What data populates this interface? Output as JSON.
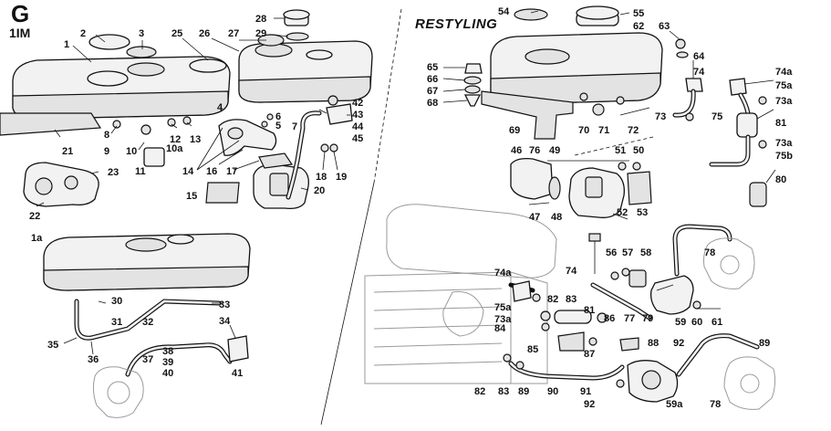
{
  "diagram": {
    "section_letter": "G",
    "section_code": "1IM",
    "restyling_label": "RESTYLING",
    "callouts": [
      "1",
      "2",
      "3",
      "4",
      "5",
      "6",
      "7",
      "8",
      "9",
      "10",
      "10a",
      "11",
      "12",
      "13",
      "14",
      "15",
      "16",
      "17",
      "18",
      "19",
      "20",
      "21",
      "22",
      "23",
      "25",
      "26",
      "27",
      "28",
      "29",
      "42",
      "43",
      "44",
      "45",
      "1a",
      "30",
      "31",
      "32",
      "33",
      "34",
      "35",
      "36",
      "37",
      "38",
      "39",
      "40",
      "41",
      "54",
      "55",
      "62",
      "63",
      "64",
      "65",
      "66",
      "67",
      "68",
      "69",
      "70",
      "71",
      "72",
      "73",
      "74",
      "74a",
      "75",
      "75a",
      "73a",
      "81",
      "75b",
      "80",
      "46",
      "76",
      "49",
      "51",
      "50",
      "47",
      "48",
      "52",
      "53",
      "56",
      "57",
      "58",
      "78",
      "82",
      "83",
      "84",
      "85",
      "86",
      "87",
      "88",
      "89",
      "90",
      "91",
      "92",
      "59",
      "60",
      "61",
      "77",
      "79",
      "59a"
    ]
  }
}
